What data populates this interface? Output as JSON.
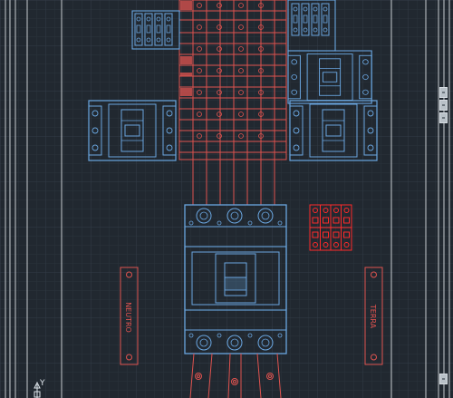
{
  "labels": {
    "neutral": "NEUTRO",
    "earth": "TERRA"
  },
  "ucs": {
    "axis_y": "Y"
  },
  "colors": {
    "background": "#212830",
    "grid_minor": "#2a333c",
    "grid_major": "#313b46",
    "busbar": "#e0534f",
    "device": "#6aa6e0",
    "frame": "#c8ccd0",
    "highlight": "#ff2a2a"
  },
  "icons": {
    "scroll_tab": "scroll-handle-icon",
    "ucs": "ucs-icon"
  }
}
